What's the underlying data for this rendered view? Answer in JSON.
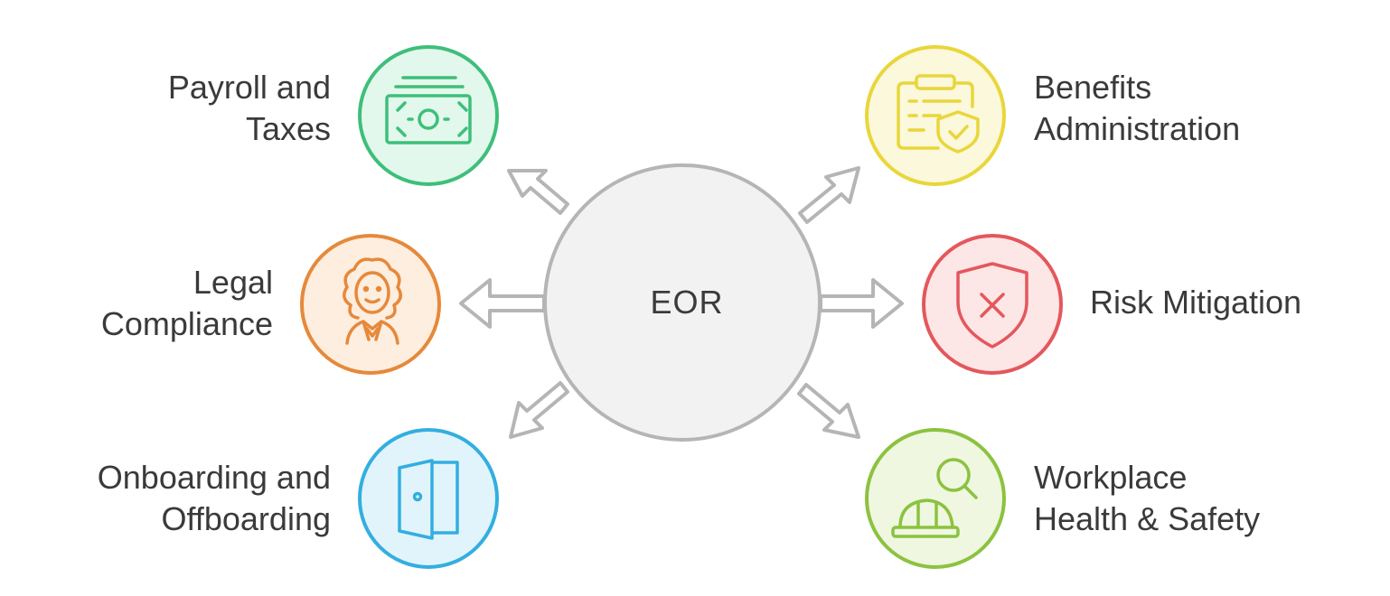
{
  "center": {
    "label": "EOR"
  },
  "nodes": [
    {
      "id": "payroll",
      "lines": [
        "Payroll and",
        "Taxes"
      ],
      "icon": "money-bill-icon",
      "color": "#3dbf7a",
      "fill": "#e3f8ec"
    },
    {
      "id": "legal",
      "lines": [
        "Legal",
        "Compliance"
      ],
      "icon": "lawyer-icon",
      "color": "#e6893a",
      "fill": "#fdeedf"
    },
    {
      "id": "onboarding",
      "lines": [
        "Onboarding and",
        "Offboarding"
      ],
      "icon": "door-icon",
      "color": "#33aee0",
      "fill": "#e2f4fb"
    },
    {
      "id": "benefits",
      "lines": [
        "Benefits",
        "Administration"
      ],
      "icon": "clipboard-shield-icon",
      "color": "#e9d63a",
      "fill": "#fbf8dc"
    },
    {
      "id": "risk",
      "lines": [
        "Risk Mitigation"
      ],
      "icon": "shield-x-icon",
      "color": "#e4575c",
      "fill": "#fde6e6"
    },
    {
      "id": "workplace",
      "lines": [
        "Workplace",
        "Health & Safety"
      ],
      "icon": "hardhat-search-icon",
      "color": "#8cc23f",
      "fill": "#eff7e1"
    }
  ]
}
